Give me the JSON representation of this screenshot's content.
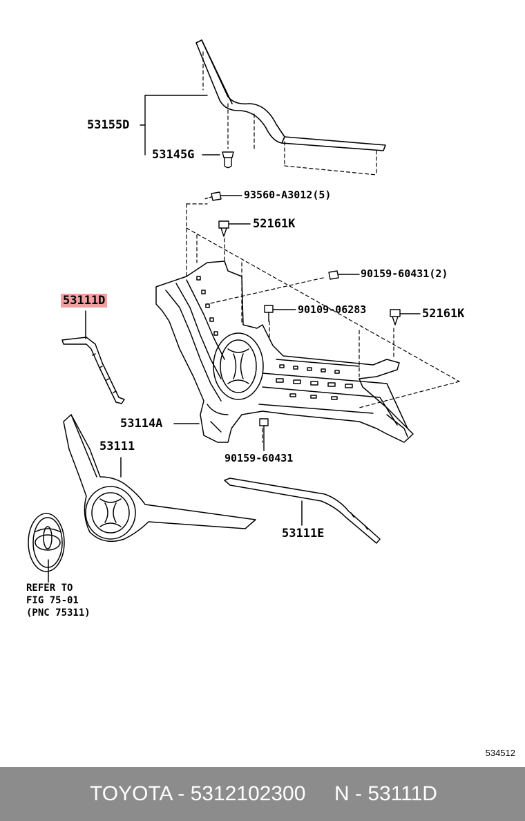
{
  "labels": {
    "p53155D": "53155D",
    "p53145G": "53145G",
    "p93560": "93560-A3012(5)",
    "p52161K_top": "52161K",
    "p90159_2": "90159-60431(2)",
    "p90109": "90109-06283",
    "p52161K_right": "52161K",
    "p53111D": "53111D",
    "p53114A": "53114A",
    "p90159": "90159-60431",
    "p53111": "53111",
    "p53111E": "53111E"
  },
  "refer": {
    "line1": "REFER TO",
    "line2": "FIG 75-01",
    "line3": "(PNC 75311)"
  },
  "figure_number": "534512",
  "footer": {
    "brand_part": "TOYOTA - 5312102300",
    "ref": "N - 53111D"
  },
  "colors": {
    "highlight": "#f0a0a0",
    "footer_bg": "#8c8c8c",
    "footer_text": "#ffffff"
  }
}
